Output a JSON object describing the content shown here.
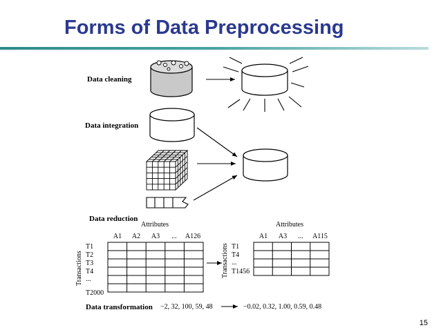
{
  "slide": {
    "title": "Forms of Data Preprocessing",
    "page_number": "15"
  },
  "diagram": {
    "labels": {
      "cleaning": "Data cleaning",
      "integration": "Data integration",
      "reduction": "Data reduction",
      "transformation": "Data transformation"
    },
    "left_table": {
      "attributes_label": "Attributes",
      "transactions_label": "Transactions",
      "columns": [
        "A1",
        "A2",
        "A3",
        "...",
        "A126"
      ],
      "rows": [
        "T1",
        "T2",
        "T3",
        "T4",
        "...",
        "T2000"
      ]
    },
    "right_table": {
      "attributes_label": "Attributes",
      "transactions_label": "Transactions",
      "columns": [
        "A1",
        "A3",
        "...",
        "A115"
      ],
      "rows": [
        "T1",
        "T4",
        "...",
        "T1456"
      ]
    },
    "transformation": {
      "before": "−2, 32, 100, 59, 48",
      "after": "−0.02, 0.32, 1.00, 0.59, 0.48"
    }
  }
}
